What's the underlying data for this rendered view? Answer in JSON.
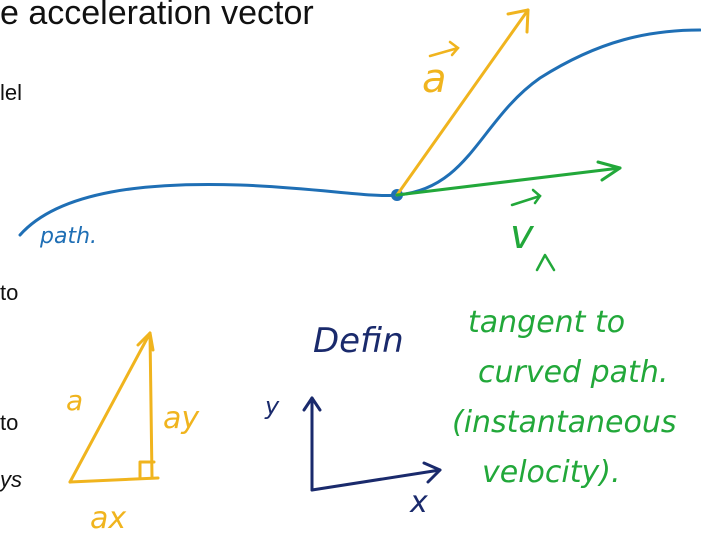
{
  "slide": {
    "title": "e acceleration vector",
    "fragments": [
      "lel",
      "to",
      "to",
      "ys"
    ]
  },
  "annotations": {
    "acceleration_label": "a",
    "velocity_label": "v",
    "path_label": "path.",
    "tangent_note": [
      "tangent to",
      "curved path.",
      "(instantaneous",
      "velocity)."
    ],
    "define_label": "Defin",
    "triangle": {
      "hypotenuse": "a",
      "vertical": "ay",
      "horizontal": "ax"
    },
    "axes": {
      "y_label": "y",
      "x_label": "x"
    }
  },
  "colors": {
    "path": "#1f6fb5",
    "acceleration": "#f0b41e",
    "velocity": "#22a83a",
    "axes": "#1a2a6c",
    "text": "#111111"
  }
}
